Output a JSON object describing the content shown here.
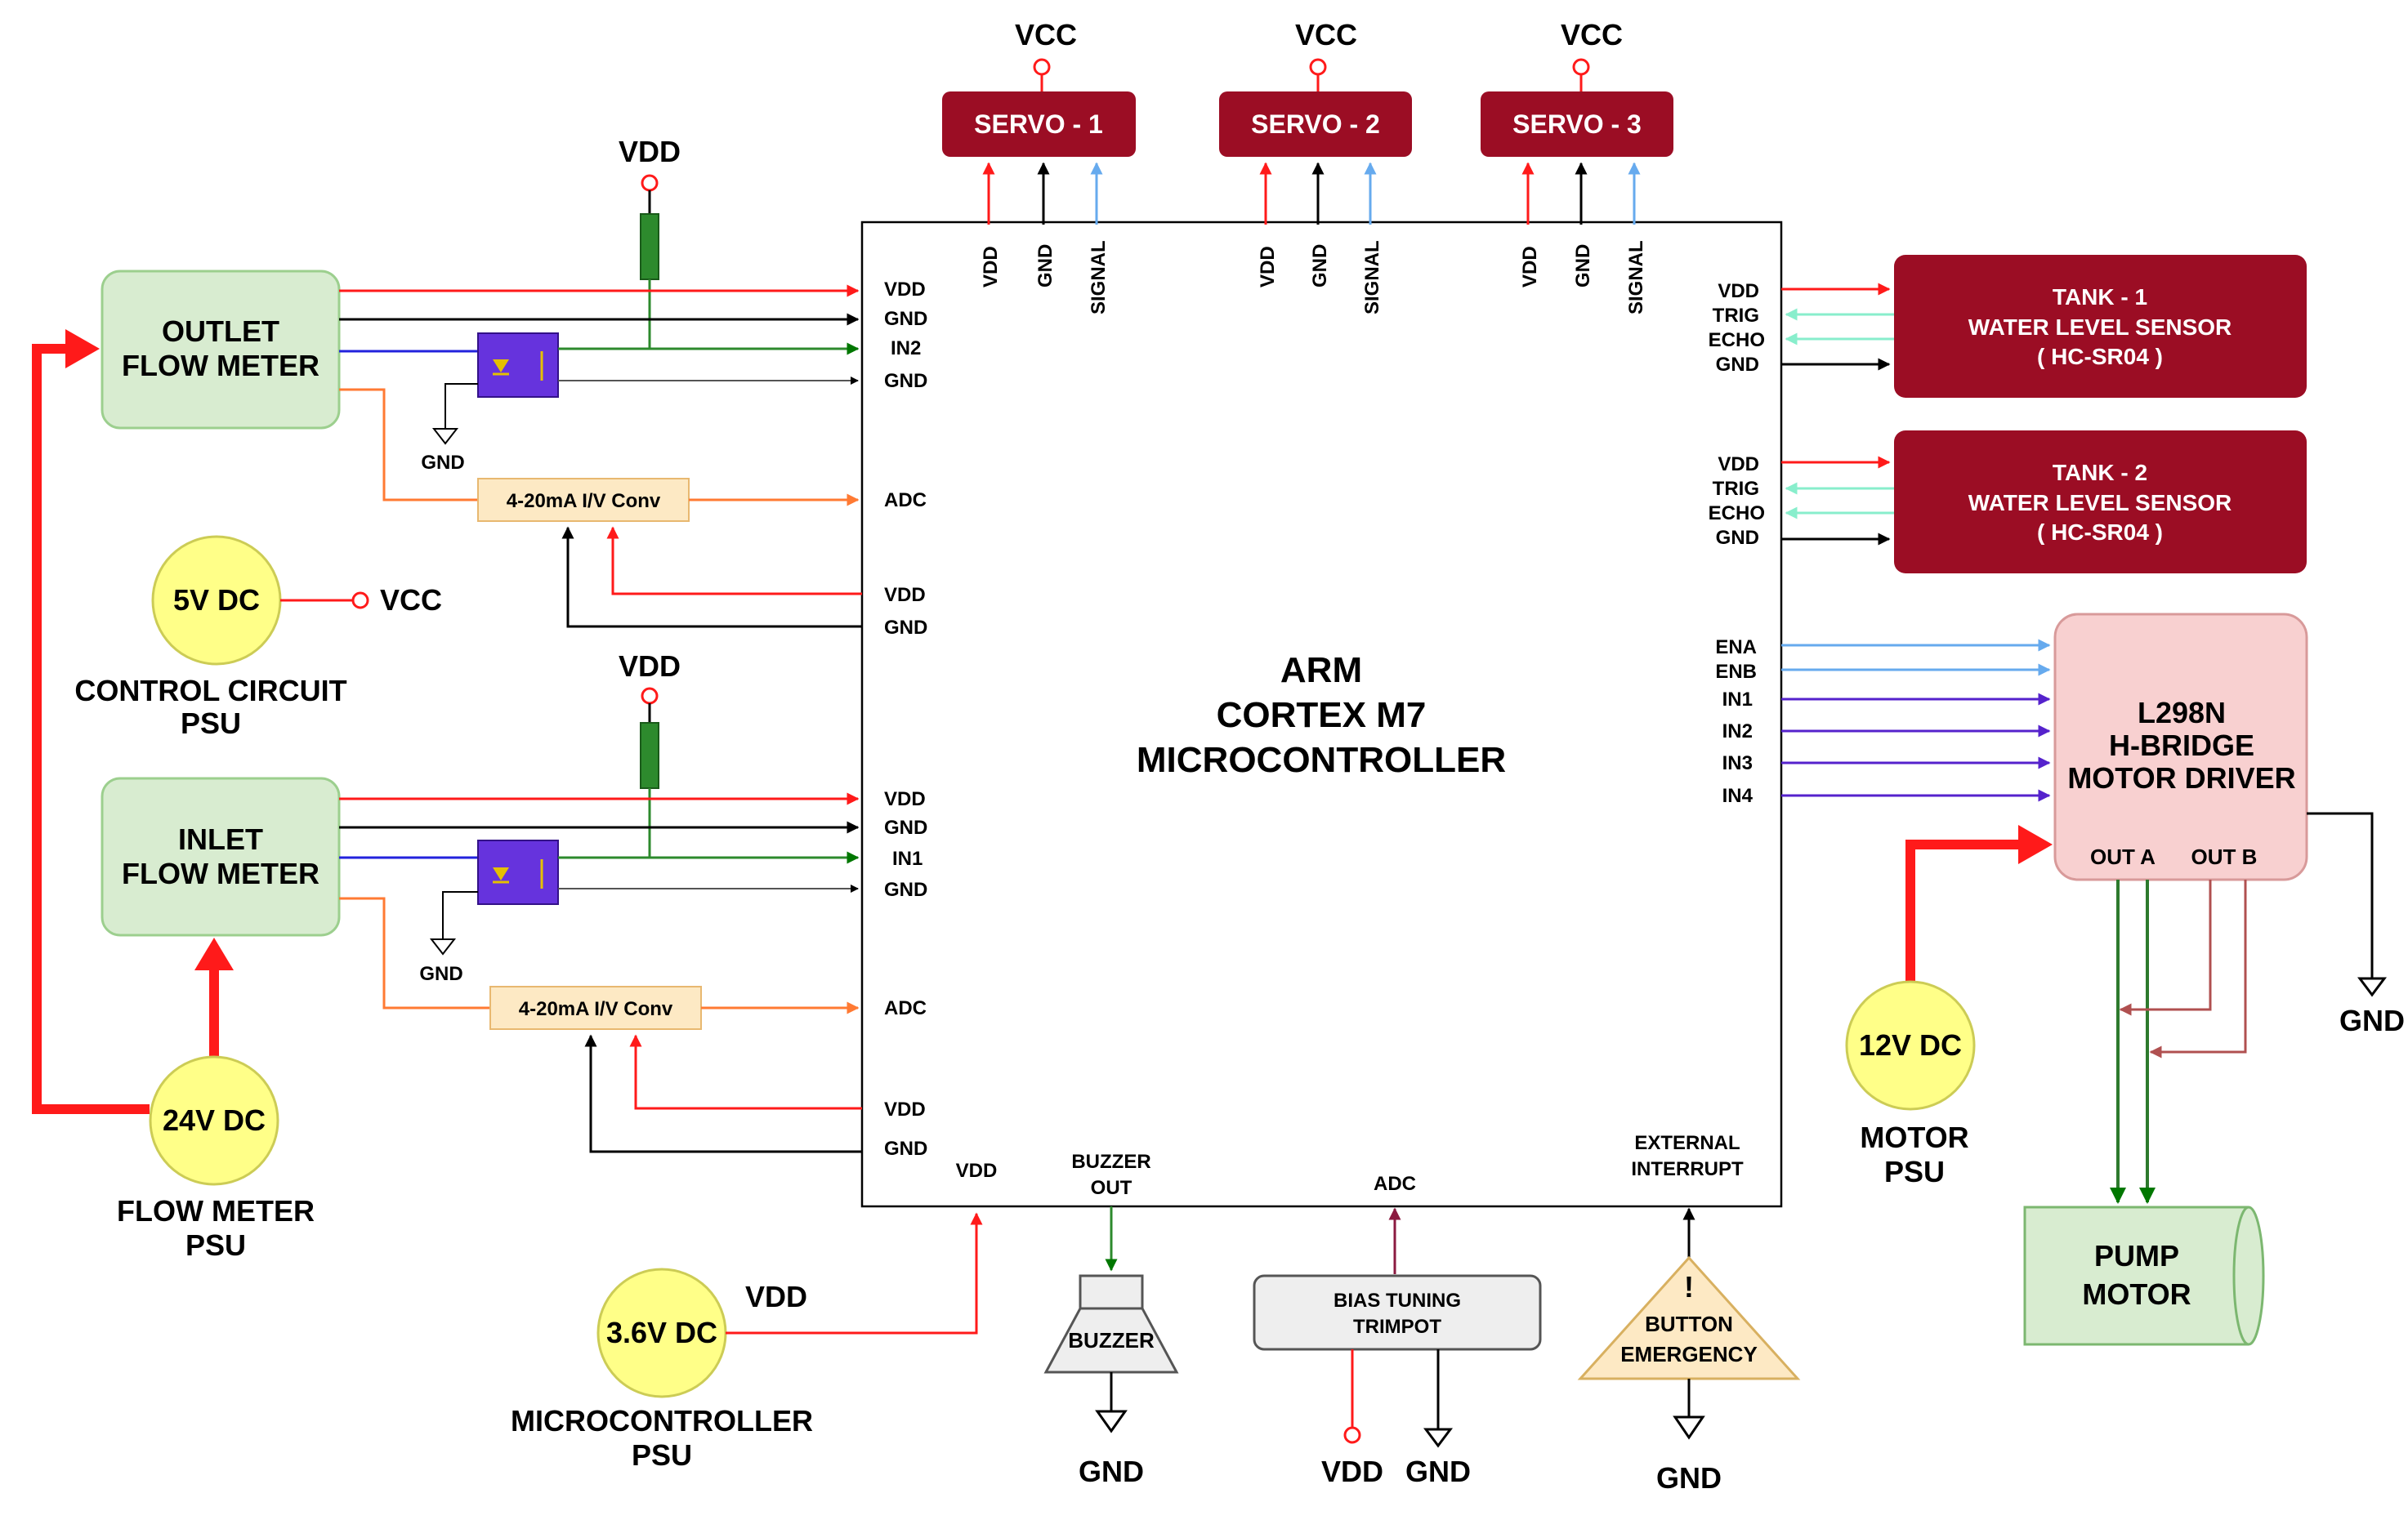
{
  "mcu": {
    "line1": "ARM",
    "line2": "CORTEX M7",
    "line3": "MICROCONTROLLER"
  },
  "servos": [
    {
      "label": "SERVO - 1",
      "vcc": "VCC",
      "pins": [
        "VDD",
        "GND",
        "SIGNAL"
      ]
    },
    {
      "label": "SERVO - 2",
      "vcc": "VCC",
      "pins": [
        "VDD",
        "GND",
        "SIGNAL"
      ]
    },
    {
      "label": "SERVO - 3",
      "vcc": "VCC",
      "pins": [
        "VDD",
        "GND",
        "SIGNAL"
      ]
    }
  ],
  "tanks": [
    {
      "line1": "TANK - 1",
      "line2": "WATER LEVEL SENSOR",
      "line3": "( HC-SR04 )",
      "pins": [
        "VDD",
        "TRIG",
        "ECHO",
        "GND"
      ]
    },
    {
      "line1": "TANK - 2",
      "line2": "WATER LEVEL SENSOR",
      "line3": "( HC-SR04 )",
      "pins": [
        "VDD",
        "TRIG",
        "ECHO",
        "GND"
      ]
    }
  ],
  "driver": {
    "line1": "L298N",
    "line2": "H-BRIDGE",
    "line3": "MOTOR DRIVER",
    "out_a": "OUT A",
    "out_b": "OUT B",
    "pins": [
      "ENA",
      "ENB",
      "IN1",
      "IN2",
      "IN3",
      "IN4"
    ],
    "gnd": "GND"
  },
  "motor_psu": {
    "value": "12V DC",
    "line1": "MOTOR",
    "line2": "PSU"
  },
  "pump": {
    "line1": "PUMP",
    "line2": "MOTOR"
  },
  "outlet": {
    "line1": "OUTLET",
    "line2": "FLOW METER",
    "vdd": "VDD",
    "gnd": "GND",
    "conv": "4-20mA  I/V Conv",
    "pins": [
      "VDD",
      "GND",
      "IN2",
      "GND",
      "ADC",
      "VDD",
      "GND"
    ]
  },
  "inlet": {
    "line1": "INLET",
    "line2": "FLOW METER",
    "vdd": "VDD",
    "gnd": "GND",
    "conv": "4-20mA  I/V Conv",
    "pins": [
      "VDD",
      "GND",
      "IN1",
      "GND",
      "ADC",
      "VDD",
      "GND"
    ]
  },
  "ctrl_psu": {
    "value": "5V DC",
    "vcc": "VCC",
    "line1": "CONTROL CIRCUIT",
    "line2": "PSU"
  },
  "flow_psu": {
    "value": "24V DC",
    "line1": "FLOW METER",
    "line2": "PSU"
  },
  "mcu_psu": {
    "value": "3.6V DC",
    "vdd": "VDD",
    "line1": "MICROCONTROLLER",
    "line2": "PSU"
  },
  "bottom": {
    "vdd_pin": "VDD",
    "buzzer_pin1": "BUZZER",
    "buzzer_pin2": "OUT",
    "adc_pin": "ADC",
    "ext_line1": "EXTERNAL",
    "ext_line2": "INTERRUPT"
  },
  "buzzer": {
    "label": "BUZZER",
    "gnd": "GND"
  },
  "trimpot": {
    "line1": "BIAS TUNING",
    "line2": "TRIMPOT",
    "vdd": "VDD",
    "gnd": "GND"
  },
  "button": {
    "mark": "!",
    "line1": "BUTTON",
    "line2": "EMERGENCY",
    "gnd": "GND"
  },
  "colors": {
    "red": "#ff1a1a",
    "black": "#000000",
    "blue_light": "#66aaee",
    "blue": "#2222dd",
    "green": "#007700",
    "orange": "#ff7a33",
    "purple": "#5522cc",
    "teal": "#88eecc",
    "maroon": "#9b0d24",
    "brown": "#b05050"
  }
}
